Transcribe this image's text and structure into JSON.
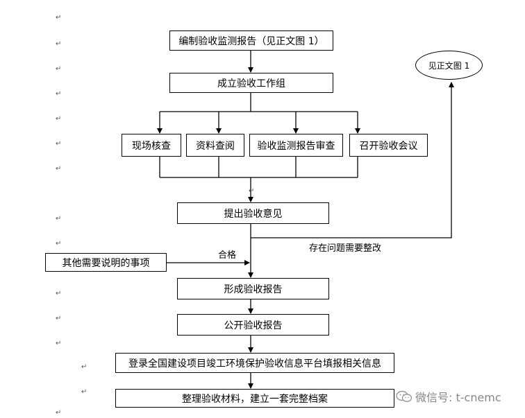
{
  "nodes": {
    "compile_report": "编制验收监测报告（见正文图 1）",
    "see_figure": "见正文图 1",
    "set_up_team": "成立验收工作组",
    "site_check": "现场核查",
    "doc_review": "资料查阅",
    "report_review": "验收监测报告审查",
    "hold_meeting": "召开验收会议",
    "propose_opinion": "提出验收意见",
    "other_matters": "其他需要说明的事项",
    "form_report": "形成验收报告",
    "publish_report": "公开验收报告",
    "register_platform": "登录全国建设项目竣工环境保护验收信息平台填报相关信息",
    "archive": "整理验收材料，建立一套完整档案"
  },
  "edge_labels": {
    "qualified": "合格",
    "needs_rectification": "存在问题需要整改"
  },
  "watermark": {
    "text": "微信号: t-cnemc",
    "icon": "wechat-icon"
  },
  "paragraph_mark": "↵"
}
